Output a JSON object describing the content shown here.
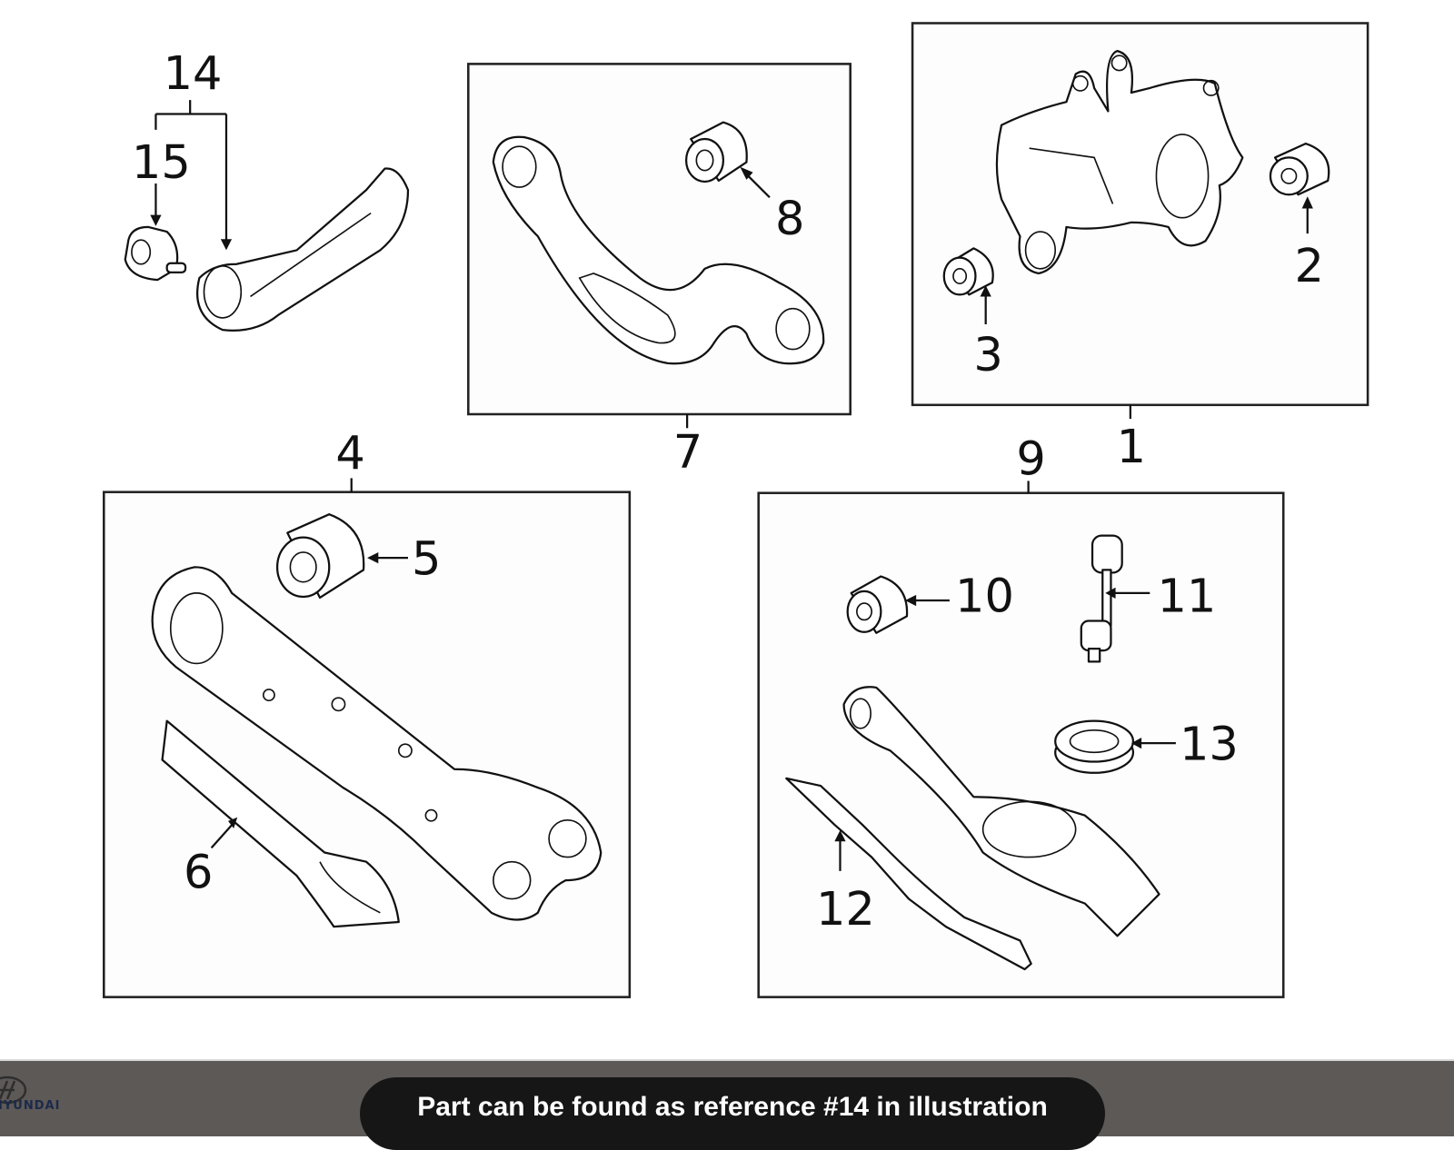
{
  "illustration": {
    "callouts": [
      "1",
      "2",
      "3",
      "4",
      "5",
      "6",
      "7",
      "8",
      "9",
      "10",
      "11",
      "12",
      "13",
      "14",
      "15"
    ]
  },
  "footer": {
    "brand_logo_text": "HYUNDAI",
    "message": "Part can be found as reference #14 in illustration",
    "background_color": "#5d5957",
    "pill_color": "#161616"
  }
}
